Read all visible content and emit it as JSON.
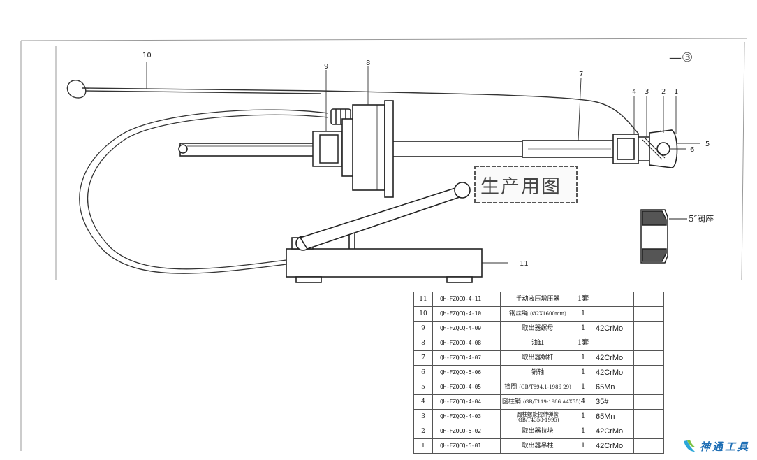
{
  "callouts": [
    "10",
    "9",
    "8",
    "7",
    "4",
    "3",
    "2",
    "1",
    "5",
    "6",
    "11"
  ],
  "corner_mark": "—③",
  "stamp_text": "生产用图",
  "valve_seat_label": "5″阀座",
  "bom": {
    "rows": [
      {
        "no": "11",
        "code": "QH-FZQCQ-4-11",
        "name": "手动液压增压器",
        "qty": "1套",
        "material": ""
      },
      {
        "no": "10",
        "code": "QH-FZQCQ-4-10",
        "name": "钢丝绳",
        "std": "(Ø2X1600mm)",
        "qty": "1",
        "material": ""
      },
      {
        "no": "9",
        "code": "QH-FZQCQ-4-09",
        "name": "取出器螺母",
        "qty": "1",
        "material": "42CrMo"
      },
      {
        "no": "8",
        "code": "QH-FZQCQ-4-08",
        "name": "油缸",
        "qty": "1套",
        "material": ""
      },
      {
        "no": "7",
        "code": "QH-FZQCQ-4-07",
        "name": "取出器螺杆",
        "qty": "1",
        "material": "42CrMo"
      },
      {
        "no": "6",
        "code": "QH-FZQCQ-5-06",
        "name": "销轴",
        "qty": "1",
        "material": "42CrMo"
      },
      {
        "no": "5",
        "code": "QH-FZQCQ-4-05",
        "name": "挡圈",
        "std": "(GB/T894.1-1986 29)",
        "qty": "1",
        "material": "65Mn"
      },
      {
        "no": "4",
        "code": "QH-FZQCQ-4-04",
        "name": "圆柱销",
        "std": "(GB/T119-1986 A4X55)",
        "qty": "4",
        "material": "35#"
      },
      {
        "no": "3",
        "code": "QH-FZQCQ-4-03",
        "name": "圆柱螺旋拉伸弹簧",
        "std": "(GB/T4358-1995)",
        "qty": "1",
        "material": "65Mn"
      },
      {
        "no": "2",
        "code": "QH-FZQCQ-5-02",
        "name": "取出器拉块",
        "qty": "1",
        "material": "42CrMo"
      },
      {
        "no": "1",
        "code": "QH-FZQCQ-5-01",
        "name": "取出器吊柱",
        "qty": "1",
        "material": "42CrMo"
      }
    ]
  },
  "logo": {
    "text": "神通工具",
    "color": "#1f6fb5"
  }
}
